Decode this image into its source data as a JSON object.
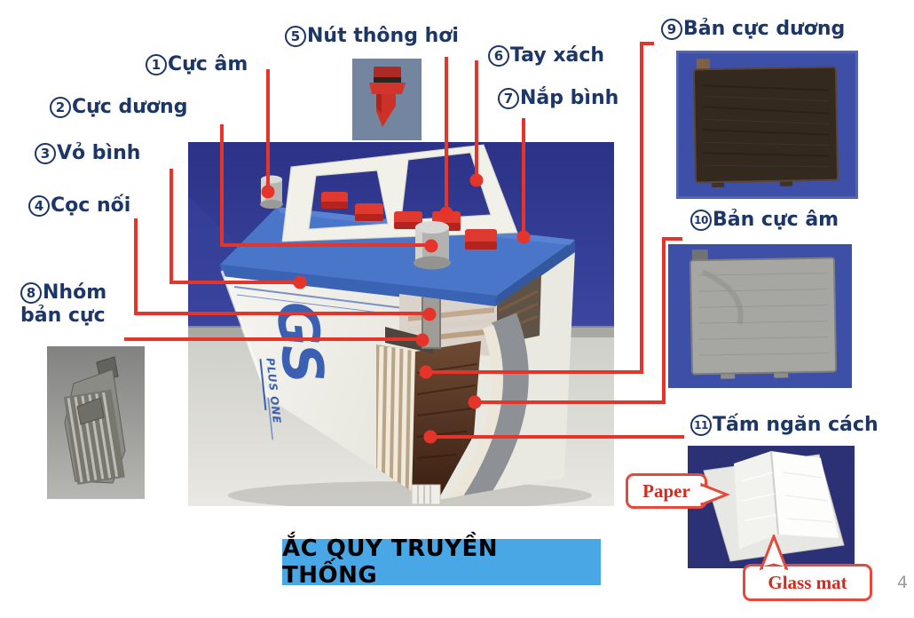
{
  "slide": {
    "title": "ẮC QUY TRUYỀN THỐNG",
    "page_number": "4"
  },
  "colors": {
    "label_text": "#1c3668",
    "leader_line": "#e5352b",
    "title_bg": "#49a7e5",
    "callout_red": "#e5493c"
  },
  "labels": [
    {
      "num": "1",
      "text": "Cực âm"
    },
    {
      "num": "2",
      "text": "Cực dương"
    },
    {
      "num": "3",
      "text": "Vỏ bình"
    },
    {
      "num": "4",
      "text": "Cọc nối"
    },
    {
      "num": "5",
      "text": "Nút thông hơi"
    },
    {
      "num": "6",
      "text": "Tay xách"
    },
    {
      "num": "7",
      "text": "Nắp bình"
    },
    {
      "num": "8",
      "text": "Nhóm",
      "text2": "bản cực"
    },
    {
      "num": "9",
      "text": "Bản cực dương"
    },
    {
      "num": "10",
      "text": "Bản cực âm"
    },
    {
      "num": "11",
      "text": "Tấm ngăn cách"
    }
  ],
  "battery": {
    "brand": "GS",
    "brand_sub": "PLUS ONE"
  },
  "callouts": {
    "paper": "Paper",
    "glass_mat": "Glass mat"
  }
}
